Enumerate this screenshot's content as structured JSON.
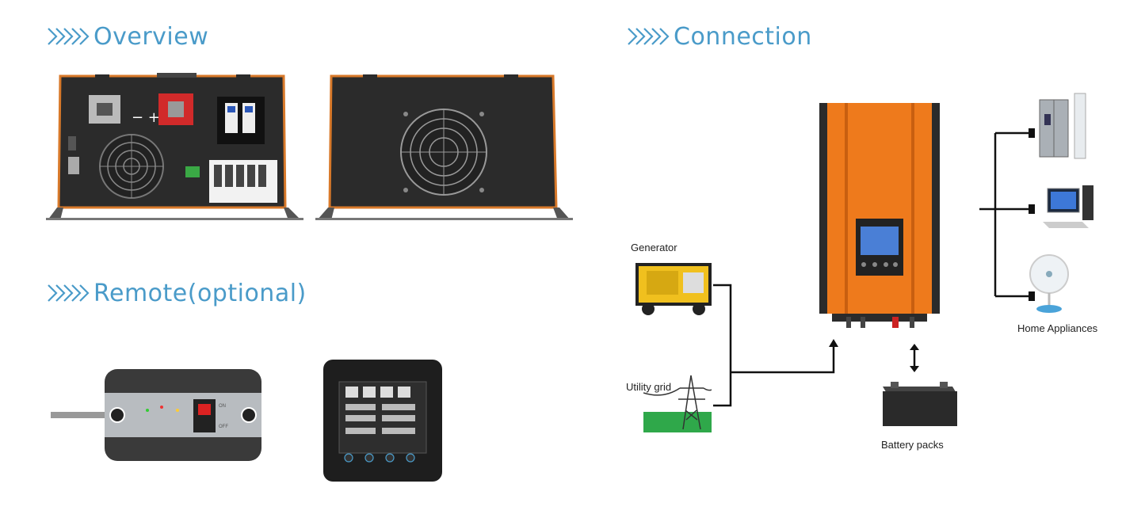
{
  "headings": {
    "overview": "Overview",
    "connection": "Connection",
    "remote": "Remote(optional)"
  },
  "connection_labels": {
    "generator": "Generator",
    "utility_grid": "Utility grid",
    "battery_packs": "Battery packs",
    "home_appliances": "Home Appliances"
  },
  "remote_switch": {
    "on": "ON",
    "off": "OFF"
  },
  "colors": {
    "heading": "#4a9bc9",
    "inverter_orange": "#ee7a1c",
    "panel_dark": "#2c2c2c"
  }
}
